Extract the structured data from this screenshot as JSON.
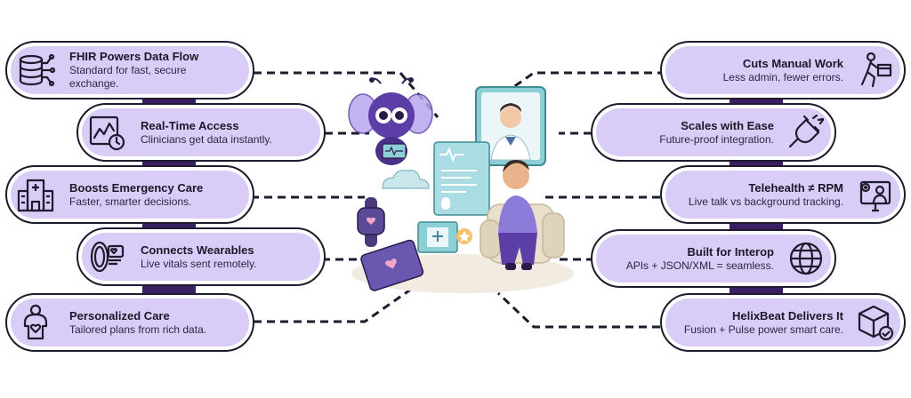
{
  "left_cards": [
    {
      "title": "FHIR Powers Data Flow",
      "desc": "Standard for fast, secure exchange.",
      "icon": "database-network-icon"
    },
    {
      "title": "Real-Time Access",
      "desc": "Clinicians get data instantly.",
      "icon": "realtime-chart-clock-icon"
    },
    {
      "title": "Boosts Emergency Care",
      "desc": "Faster, smarter decisions.",
      "icon": "hospital-icon"
    },
    {
      "title": "Connects Wearables",
      "desc": "Live vitals sent remotely.",
      "icon": "wearable-watch-icon"
    },
    {
      "title": "Personalized Care",
      "desc": "Tailored plans from rich data.",
      "icon": "person-heart-icon"
    }
  ],
  "right_cards": [
    {
      "title": "Cuts Manual Work",
      "desc": "Less admin, fewer errors.",
      "icon": "person-carrying-box-icon"
    },
    {
      "title": "Scales with Ease",
      "desc": "Future-proof integration.",
      "icon": "plug-icon"
    },
    {
      "title": "Telehealth ≠ RPM",
      "desc": "Live talk vs background tracking.",
      "icon": "telehealth-monitor-icon"
    },
    {
      "title": "Built for Interop",
      "desc": "APIs + JSON/XML = seamless.",
      "icon": "globe-icon"
    },
    {
      "title": "HelixBeat Delivers It",
      "desc": "Fusion + Pulse power smart care.",
      "icon": "delivery-box-icon"
    }
  ],
  "colors": {
    "card_fill": "#d9cdf7",
    "outline": "#1f1b2e",
    "band": "#3a1f63",
    "accent": "#6b4fc4",
    "teal": "#8ccfd6"
  }
}
